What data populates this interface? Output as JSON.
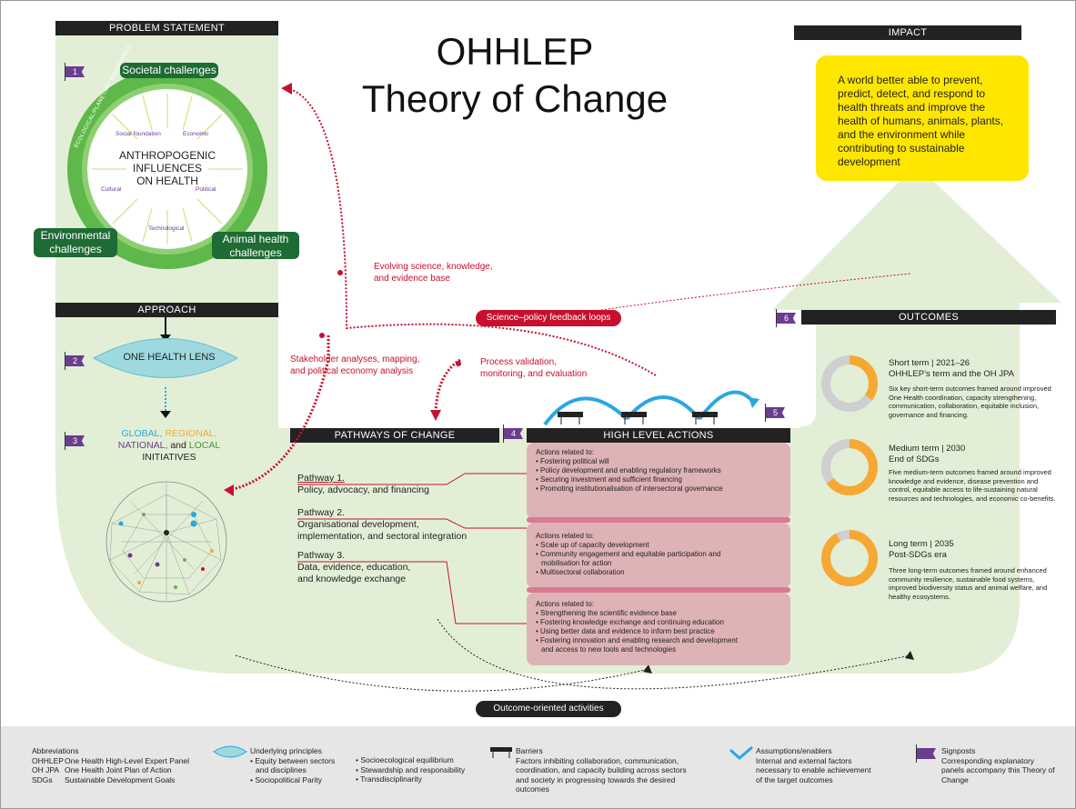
{
  "title": {
    "line1": "OHHLEP",
    "line2": "Theory of Change"
  },
  "headers": {
    "problem": "PROBLEM STATEMENT",
    "impact": "IMPACT",
    "approach": "APPROACH",
    "outcomes": "OUTCOMES",
    "pathways": "PATHWAYS OF CHANGE",
    "actions": "HIGH LEVEL ACTIONS"
  },
  "problem": {
    "center": [
      "ANTHROPOGENIC",
      "INFLUENCES",
      "ON HEALTH"
    ],
    "ring_label": "ECOLOGICAL/PLANETARY BOUNDARIES",
    "societal": "Societal challenges",
    "environmental": [
      "Environmental",
      "challenges"
    ],
    "animal": [
      "Animal health",
      "challenges"
    ],
    "inner": {
      "social": "Social foundation",
      "economic": "Economic",
      "cultural": "Cultural",
      "political": "Political",
      "technological": "Technological"
    }
  },
  "impact_text": "A world better able to prevent, predict, detect, and respond to health threats and improve the health of humans, animals, plants, and the environment while contributing to sustainable development",
  "approach": {
    "lens": "ONE HEALTH LENS",
    "global": "GLOBAL,",
    "regional": "REGIONAL,",
    "national": "NATIONAL,",
    "and_text": "and",
    "local": "LOCAL",
    "initiatives": "INITIATIVES"
  },
  "flags": [
    "1",
    "2",
    "3",
    "4",
    "5",
    "6"
  ],
  "loops": {
    "evolving": [
      "Evolving science, knowledge,",
      "and evidence base"
    ],
    "feedback": "Science–policy feedback loops",
    "stakeholder": [
      "Stakeholder analyses, mapping,",
      "and political economy analysis"
    ],
    "process": [
      "Process validation,",
      "monitoring, and evaluation"
    ],
    "outcome_oriented": "Outcome-oriented activities"
  },
  "pathways": [
    {
      "title": "Pathway 1.",
      "text": [
        "Policy, advocacy, and financing"
      ]
    },
    {
      "title": "Pathway 2.",
      "text": [
        "Organisational development,",
        "implementation, and sectoral integration"
      ]
    },
    {
      "title": "Pathway 3.",
      "text": [
        "Data, evidence, education,",
        "and knowledge exchange"
      ]
    }
  ],
  "actions": [
    {
      "head": "Actions related to:",
      "items": [
        "• Fostering political will",
        "• Policy development and enabling regulatory frameworks",
        "• Securing investment and sufficient financing",
        "• Promoting institutionalisation of intersectoral governance"
      ]
    },
    {
      "head": "Actions related to:",
      "items": [
        "• Scale up of capacity development",
        "• Community engagement and equitable participation and",
        "  mobilisation for action",
        "• Multisectoral collaboration"
      ]
    },
    {
      "head": "Actions related to:",
      "items": [
        "• Strengthening the scientific evidence base",
        "• Fostering knowledge exchange and continuing education",
        "• Using better data and evidence to inform best practice",
        "• Fostering innovation and enabling research and development",
        "  and access to new tools and technologies"
      ]
    }
  ],
  "outcomes": [
    {
      "term": "Short term |  2021–26",
      "sub": "OHHLEP’s term and the OH JPA",
      "desc": "Six key short-term outcomes framed around improved One Health coordination, capacity strengthening, communication, collaboration, equitable inclusion, governance and financing.",
      "fraction": 0.35
    },
    {
      "term": "Medium term |  2030",
      "sub": "End of SDGs",
      "desc": "Five medium-term outcomes framed around improved knowledge and evidence, disease prevention and control, equitable access to life-sustaining natural resources and technologies, and economic co-benefits.",
      "fraction": 0.65
    },
    {
      "term": "Long term |  2035",
      "sub": "Post-SDGs era",
      "desc": "Three long-term outcomes framed around enhanced community resilience, sustainable food systems, improved biodiversity status and animal welfare, and healthy ecosystems.",
      "fraction": 0.92
    }
  ],
  "legend": {
    "abbr_title": "Abbreviations",
    "abbr": [
      [
        "OHHLEP",
        "One Health High-Level Expert Panel"
      ],
      [
        "OH JPA",
        "One Health Joint Plan of Action"
      ],
      [
        "SDGs",
        "Sustainable Development Goals"
      ]
    ],
    "principles_title": "Underlying principles",
    "principles_a": [
      "• Equity between sectors",
      "  and disciplines",
      "• Sociopolitical Parity"
    ],
    "principles_b": [
      "• Socioecological equilibrium",
      "• Stewardship and responsibility",
      "• Transdisciplinarity"
    ],
    "barriers_title": "Barriers",
    "barriers": "Factors inhibiting collaboration, communication, coordination, and capacity building across sectors and society in progressing towards the desired outcomes",
    "assump_title": "Assumptions/enablers",
    "assump": "Internal and external factors necessary to enable achievement of the target outcomes",
    "sign_title": "Signposts",
    "sign": "Corresponding explanatory panels accompany this Theory of Change"
  },
  "colors": {
    "green_bg": "#e2efd6",
    "dark_green": "#1e6b35",
    "ring_green": "#5fb84a",
    "red": "#c8102e",
    "purple": "#6a3d8f",
    "yellow": "#ffe600",
    "blue": "#2aa6e0",
    "pink": "#deb3b6",
    "orange": "#f7a833"
  }
}
